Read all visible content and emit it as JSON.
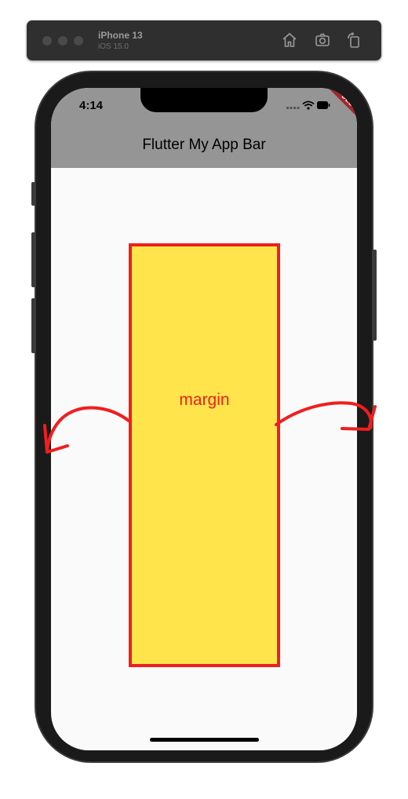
{
  "simulator": {
    "device_name": "iPhone 13",
    "os_version": "iOS 15.0",
    "toolbar_icons": [
      "home-icon",
      "screenshot-icon",
      "rotate-icon"
    ]
  },
  "status_bar": {
    "time": "4:14",
    "icons": [
      "signal-icon",
      "wifi-icon",
      "battery-icon"
    ]
  },
  "app_bar": {
    "title": "Flutter My App Bar",
    "background": "#959595"
  },
  "debug_banner": {
    "label": "DEBUG",
    "color": "#a5262b"
  },
  "container": {
    "label": "margin",
    "fill": "#ffe54b",
    "border": "#f01e1e"
  },
  "annotations": {
    "arrow_color": "#f01e1e",
    "arrows": [
      "left-arrow",
      "right-arrow"
    ]
  }
}
